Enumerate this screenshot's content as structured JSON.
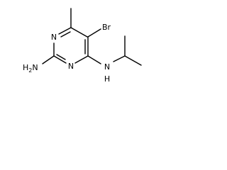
{
  "molecule": {
    "atoms": {
      "n_ring_top": "N",
      "n_ring_bottom": "N",
      "bromine": "Br",
      "amine_left": "H2N",
      "amine_right": "N",
      "amine_right_h": "H"
    },
    "colors": {
      "bond": "#000000",
      "text": "#000000",
      "background": "#ffffff"
    }
  }
}
